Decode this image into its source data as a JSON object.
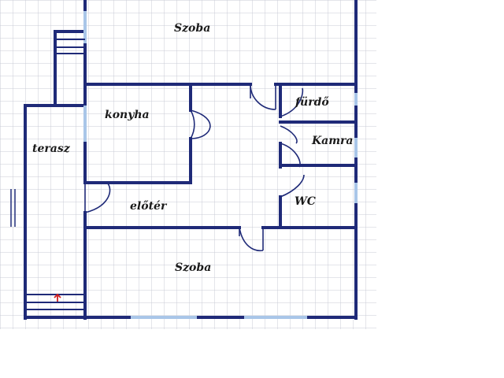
{
  "rooms": {
    "szoba_top": "Szoba",
    "konyha": "konyha",
    "furdo": "fürdő",
    "kamra": "Kamra",
    "terasz": "terasz",
    "eloter": "előtér",
    "wc": "WC",
    "szoba_bottom": "Szoba"
  },
  "colors": {
    "wall": "#1f2a78",
    "window": "#a9c6e8",
    "grid": "#c9cbd6",
    "door": "#1f2a78",
    "arrow": "#d02020"
  },
  "icons": [
    "entrance-arrow-icon",
    "stairs-icon"
  ]
}
